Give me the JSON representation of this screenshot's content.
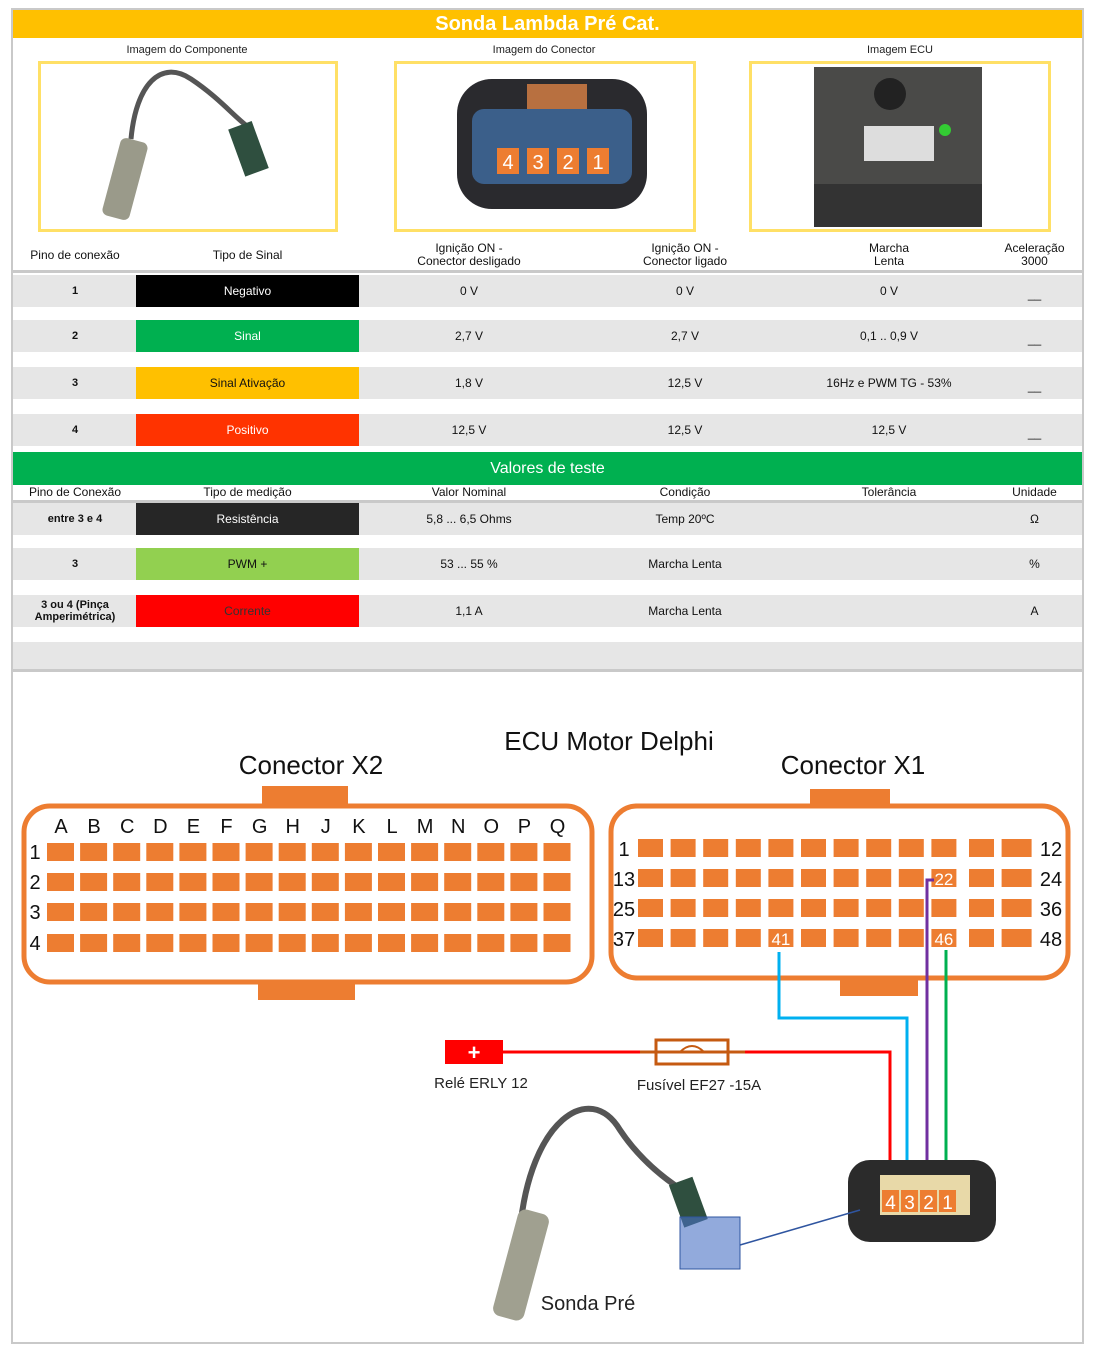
{
  "title": "Sonda Lambda Pré Cat.",
  "images": {
    "component": "Imagem do Componente",
    "connector": "Imagem do Conector",
    "ecu": "Imagem ECU",
    "connector_pins": [
      "4",
      "3",
      "2",
      "1"
    ]
  },
  "table1": {
    "headers": [
      "Pino de conexão",
      "Tipo de Sinal",
      "Ignição ON -\nConector desligado",
      "Ignição ON -\nConector ligado",
      "Marcha\nLenta",
      "Aceleração\n3000"
    ],
    "rows": [
      {
        "pin": "1",
        "tipo": "Negativo",
        "color": "#000000",
        "text_color": "#ffffff",
        "c1": "0 V",
        "c2": "0 V",
        "c3": "0 V",
        "c4": "__"
      },
      {
        "pin": "2",
        "tipo": "Sinal",
        "color": "#00b050",
        "text_color": "#ffffff",
        "c1": "2,7 V",
        "c2": "2,7 V",
        "c3": "0,1 .. 0,9 V",
        "c4": "__"
      },
      {
        "pin": "3",
        "tipo": "Sinal Ativação",
        "color": "#ffc000",
        "text_color": "#111111",
        "c1": "1,8 V",
        "c2": "12,5 V",
        "c3": "16Hz e PWM TG - 53%",
        "c4": "__"
      },
      {
        "pin": "4",
        "tipo": "Positivo",
        "color": "#ff3300",
        "text_color": "#ffffff",
        "c1": "12,5 V",
        "c2": "12,5 V",
        "c3": "12,5 V",
        "c4": "__"
      }
    ]
  },
  "table2": {
    "title": "Valores de teste",
    "headers": [
      "Pino de Conexão",
      "Tipo de medição",
      "Valor Nominal",
      "Condição",
      "Tolerância",
      "Unidade"
    ],
    "rows": [
      {
        "pin": "entre 3 e 4",
        "tipo": "Resistência",
        "color": "#262626",
        "text_color": "#ffffff",
        "nominal": "5,8 ... 6,5 Ohms",
        "cond": "Temp 20ºC",
        "tol": "",
        "unit": "Ω"
      },
      {
        "pin": "3",
        "tipo": "PWM +",
        "color": "#92d050",
        "text_color": "#111111",
        "nominal": "53 ... 55 %",
        "cond": "Marcha Lenta",
        "tol": "",
        "unit": "%"
      },
      {
        "pin": "3 ou 4 (Pinça Amperimétrica)",
        "tipo": "Corrente",
        "color": "#ff0000",
        "text_color": "#333333",
        "nominal": "1,1 A",
        "cond": "Marcha Lenta",
        "tol": "",
        "unit": "A"
      }
    ]
  },
  "diagram": {
    "title": "ECU Motor Delphi",
    "x2_label": "Conector X2",
    "x1_label": "Conector X1",
    "x2_columns": [
      "A",
      "B",
      "C",
      "D",
      "E",
      "F",
      "G",
      "H",
      "J",
      "K",
      "L",
      "M",
      "N",
      "O",
      "P",
      "Q"
    ],
    "x2_rows": [
      "1",
      "2",
      "3",
      "4"
    ],
    "x1_left": [
      "1",
      "13",
      "25",
      "37"
    ],
    "x1_right": [
      "12",
      "24",
      "36",
      "48"
    ],
    "x1_highlight": [
      "22",
      "41",
      "46"
    ],
    "relay": "Relé ERLY 12",
    "relay_symbol": "+",
    "fuse": "Fusível EF27 -15A",
    "sensor": "Sonda Pré",
    "sensor_pins": [
      "4",
      "3",
      "2",
      "1"
    ],
    "colors": {
      "connector": "#ed7d31",
      "red": "#ff0000",
      "cyan": "#00b0f0",
      "purple": "#7030a0",
      "green": "#00b050"
    }
  }
}
